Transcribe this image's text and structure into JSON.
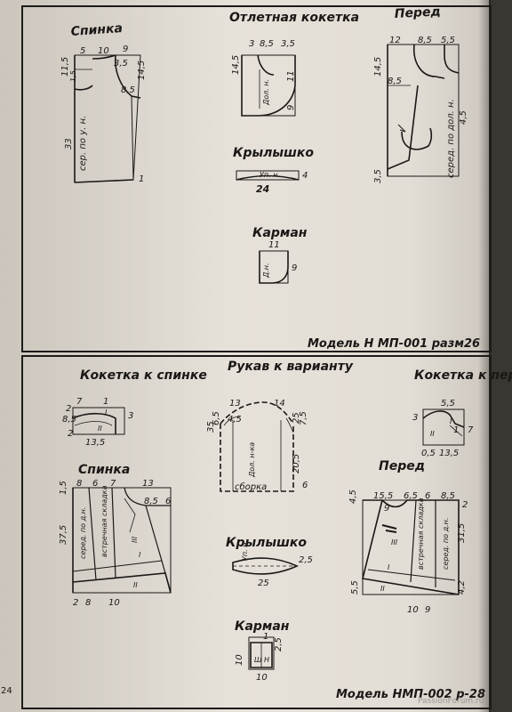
{
  "page_number": "24",
  "watermark": "PassionForum.ru",
  "top": {
    "caption": "Модель Н МП-001 разм26",
    "back": {
      "title": "Спинка",
      "dims": [
        "5",
        "10",
        "9",
        "11,5",
        "1,5",
        "3,5",
        "14,5",
        "8,5",
        "33",
        "1"
      ],
      "label": "сер. по у. н."
    },
    "shoulder_yoke": {
      "title": "Отлетная кокетка",
      "dims": [
        "3",
        "8,5",
        "3,5",
        "14,5",
        "11",
        "9"
      ],
      "label": "Дол. н."
    },
    "front": {
      "title": "Перед",
      "dims": [
        "12",
        "8,5",
        "5,5",
        "14,5",
        "8,5",
        "3,5",
        "4,5"
      ],
      "label": "серед. по дол. н."
    },
    "wing": {
      "title": "Крылышко",
      "dims": [
        "24",
        "4"
      ],
      "label": "Уп. н."
    },
    "pocket": {
      "title": "Карман",
      "dims": [
        "11",
        "9"
      ],
      "label": "Д.н."
    }
  },
  "bottom": {
    "caption": "Модель НМП-002 р-28",
    "back_yoke": {
      "title": "Кокетка к спинке",
      "dims": [
        "7",
        "1",
        "8,5",
        "2",
        "3",
        "2",
        "13,5"
      ],
      "marks": [
        "II",
        "I"
      ]
    },
    "sleeve": {
      "title": "Рукав к варианту",
      "dims": [
        "13",
        "14",
        "35",
        "6,5",
        "4,5",
        "25",
        "7,5",
        "20,5",
        "6"
      ],
      "label": "Дол. н-ка",
      "gather": "сборка"
    },
    "front_yoke": {
      "title": "Кокетка к переду",
      "dims": [
        "5,5",
        "3",
        "1",
        "7",
        "0,5",
        "13,5"
      ],
      "marks": [
        "II",
        "I"
      ]
    },
    "back": {
      "title": "Спинка",
      "dims": [
        "8",
        "6",
        "7",
        "13",
        "1,5",
        "8,5",
        "6",
        "37,5",
        "2",
        "8",
        "10"
      ],
      "labels": [
        "серед. по д.н.",
        "встречная складка"
      ],
      "marks": [
        "III",
        "I",
        "II"
      ]
    },
    "front": {
      "title": "Перед",
      "dims": [
        "15,5",
        "6,5",
        "6",
        "8,5",
        "4,5",
        "9",
        "2",
        "31,5",
        "5,5",
        "10",
        "9",
        "4,2"
      ],
      "labels": [
        "встречная складка",
        "серед. по д.н."
      ],
      "marks": [
        "III",
        "I",
        "II"
      ]
    },
    "wing": {
      "title": "Крылышко",
      "dims": [
        "25",
        "2,5"
      ],
      "label": "Уп. н."
    },
    "pocket": {
      "title": "Карман",
      "dims": [
        "1",
        "10",
        "2,5",
        "10"
      ],
      "marks": [
        "Ш",
        "Н"
      ]
    }
  }
}
